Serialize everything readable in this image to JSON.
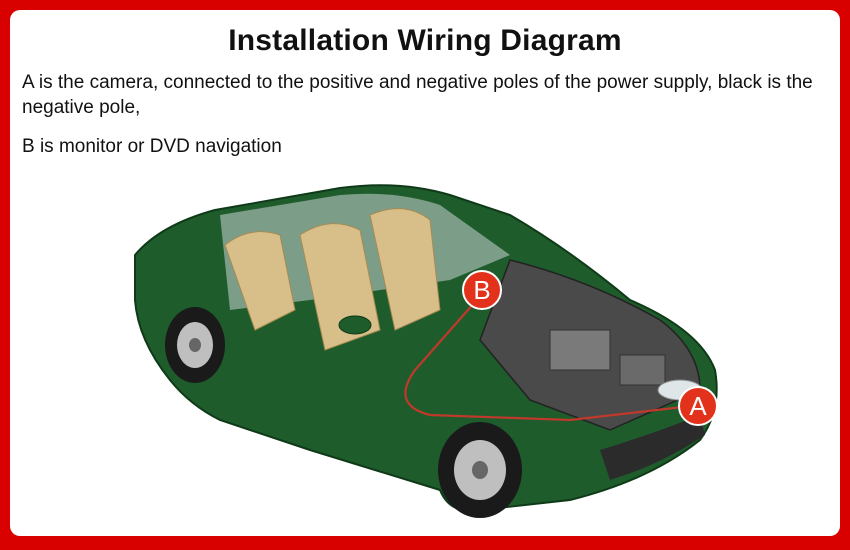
{
  "header": {
    "title": "Installation Wiring Diagram"
  },
  "description": {
    "line_a": "A is the camera, connected to the positive and negative poles of the power supply, black is the negative pole,",
    "line_b": "B is monitor or DVD navigation"
  },
  "markers": {
    "camera": "A",
    "monitor": "B"
  },
  "colors": {
    "border": "#d90000",
    "marker": "#e3321b",
    "car_body": "#1f5c2c",
    "interior": "#d8bf8a",
    "wire": "#c0392b"
  }
}
